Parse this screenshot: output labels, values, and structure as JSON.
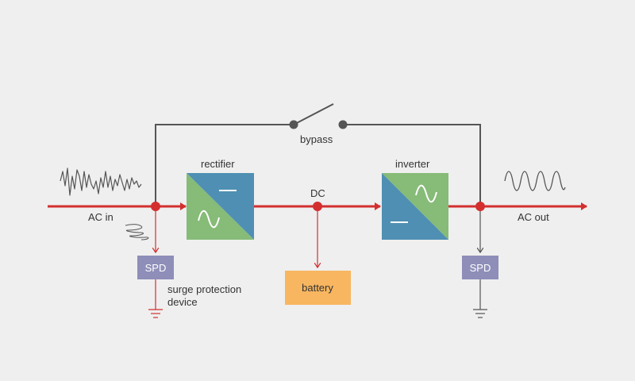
{
  "labels": {
    "bypass": "bypass",
    "rectifier": "rectifier",
    "inverter": "inverter",
    "dc": "DC",
    "ac_in": "AC in",
    "ac_out": "AC out",
    "spd_left": "SPD",
    "spd_right": "SPD",
    "surge_line1": "surge protection",
    "surge_line2": "device",
    "battery": "battery"
  },
  "colors": {
    "background": "#efefef",
    "main_line": "#d32f2f",
    "bypass_line": "#555555",
    "node": "#d32f2f",
    "converter_blue": "#4f8fb3",
    "converter_green": "#86bb78",
    "spd": "#8e8eb9",
    "battery": "#f8b660",
    "ground": "#555555"
  }
}
